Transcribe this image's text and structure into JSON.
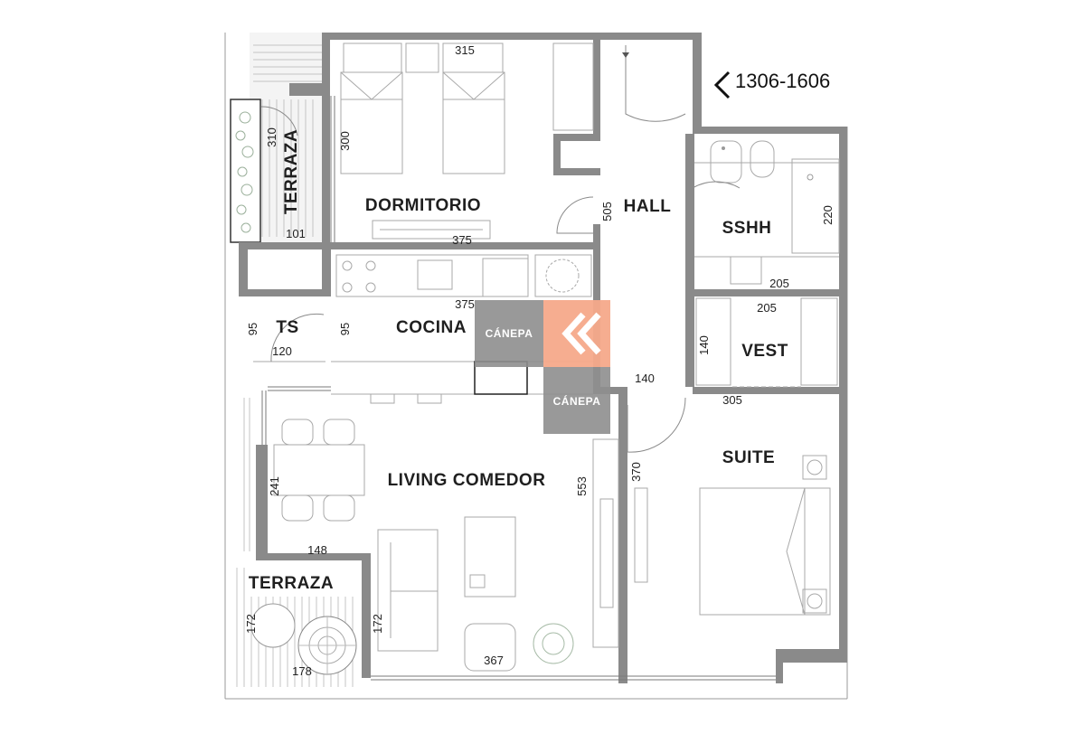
{
  "unit_code": "1306-1606",
  "rooms": {
    "dormitorio": "DORMITORIO",
    "hall": "HALL",
    "ssh": "SSHH",
    "terraza_top": "TERRAZA",
    "cocina": "COCINA",
    "ts": "TS",
    "vest": "VEST",
    "living": "LIVING COMEDOR",
    "suite": "SUITE",
    "terraza_bottom": "TERRAZA"
  },
  "dimensions": {
    "dorm_width_top": "315",
    "dorm_depth": "300",
    "dorm_width_bottom": "375",
    "terraza_depth": "310",
    "terraza_width": "101",
    "hall_depth": "505",
    "ssh_depth": "220",
    "ssh_width": "205",
    "vest_width": "205",
    "vest_depth": "140",
    "cocina_width": "375",
    "cocina_depth": "95",
    "ts_depth": "95",
    "ts_width": "120",
    "passage_width": "140",
    "suite_width": "305",
    "suite_depth": "370",
    "living_depth": "553",
    "dining_depth": "241",
    "terraza_b_width": "148",
    "terraza_b_depth_left": "172",
    "terraza_b_depth_right": "172",
    "terraza_b_bottom": "178",
    "living_width": "367"
  },
  "watermark": {
    "brand": "CÁNEPA",
    "brand_small": "CÁNEPA",
    "orange": "#f5a98a",
    "gray": "#8e8e8e"
  }
}
